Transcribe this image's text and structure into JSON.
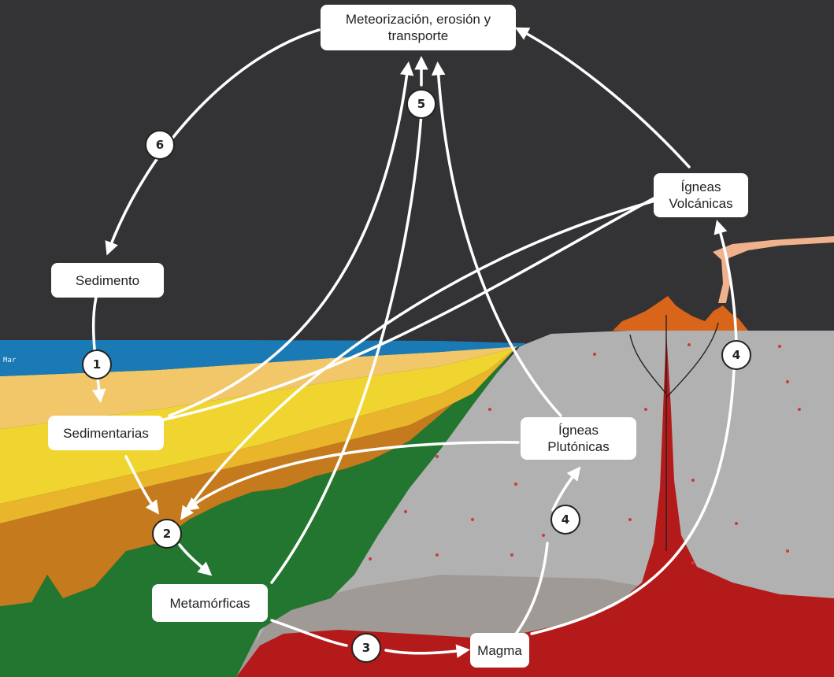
{
  "labels": {
    "meteorizacion": "Meteorización, erosión y\ntransporte",
    "sedimento": "Sedimento",
    "sedimentarias": "Sedimentarias",
    "metamorficas": "Metamórficas",
    "magma": "Magma",
    "igneas_plutonicas": "Ígneas\nPlutónicas",
    "igneas_volcanicas": "Ígneas\nVolcánicas",
    "mar": "Mar"
  },
  "steps": [
    "1",
    "2",
    "3",
    "4",
    "4",
    "5",
    "6"
  ],
  "colors": {
    "sky": "#333235",
    "sea": "#1a7ab5",
    "sand_light": "#f2c76a",
    "sand_yellow": "#f0d530",
    "ochre": "#c47a1d",
    "green": "#23762f",
    "gray_crust": "#b2b1b1",
    "gray_deep": "#a09a96",
    "magma": "#b51a1a",
    "lava_crust": "#d9651a",
    "ash": "#f0b28c"
  }
}
